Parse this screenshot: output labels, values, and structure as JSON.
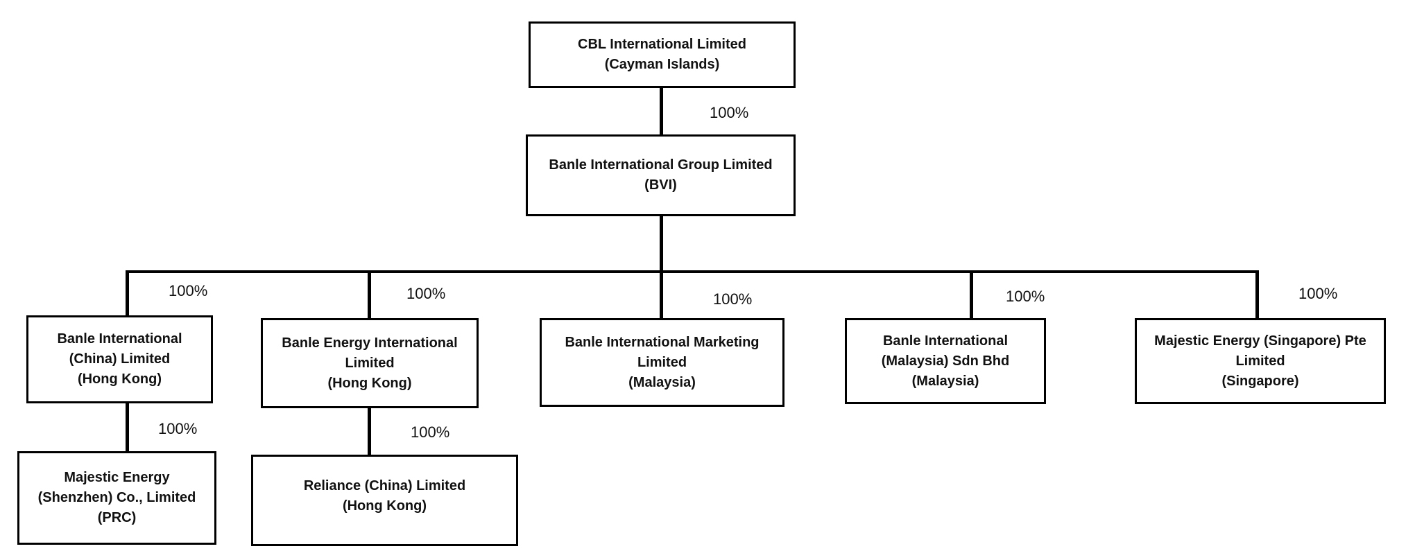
{
  "diagram": {
    "type": "org-chart",
    "colors": {
      "background": "#ffffff",
      "line": "#000000",
      "box_border": "#000000",
      "text": "#111111"
    }
  },
  "nodes": {
    "root": {
      "lines": [
        "CBL International Limited",
        "(Cayman Islands)"
      ]
    },
    "bvi": {
      "lines": [
        "Banle International Group Limited",
        "(BVI)"
      ]
    },
    "china": {
      "lines": [
        "Banle International",
        "(China) Limited",
        "(Hong Kong)"
      ]
    },
    "energy": {
      "lines": [
        "Banle Energy International",
        "Limited",
        "(Hong Kong)"
      ]
    },
    "marketing": {
      "lines": [
        "Banle International Marketing",
        "Limited",
        "(Malaysia)"
      ]
    },
    "malaysia": {
      "lines": [
        "Banle International",
        "(Malaysia) Sdn Bhd",
        "(Malaysia)"
      ]
    },
    "singapore": {
      "lines": [
        "Majestic Energy (Singapore) Pte",
        "Limited",
        "(Singapore)"
      ]
    },
    "shenzhen": {
      "lines": [
        "Majestic Energy",
        "(Shenzhen) Co., Limited",
        "(PRC)"
      ]
    },
    "reliance": {
      "lines": [
        "Reliance (China) Limited",
        "(Hong Kong)"
      ]
    }
  },
  "edges": {
    "root_to_bvi": "100%",
    "bvi_to_china": "100%",
    "bvi_to_energy": "100%",
    "bvi_to_marketing": "100%",
    "bvi_to_malaysia": "100%",
    "bvi_to_singapore": "100%",
    "china_to_shenzhen": "100%",
    "energy_to_reliance": "100%"
  }
}
